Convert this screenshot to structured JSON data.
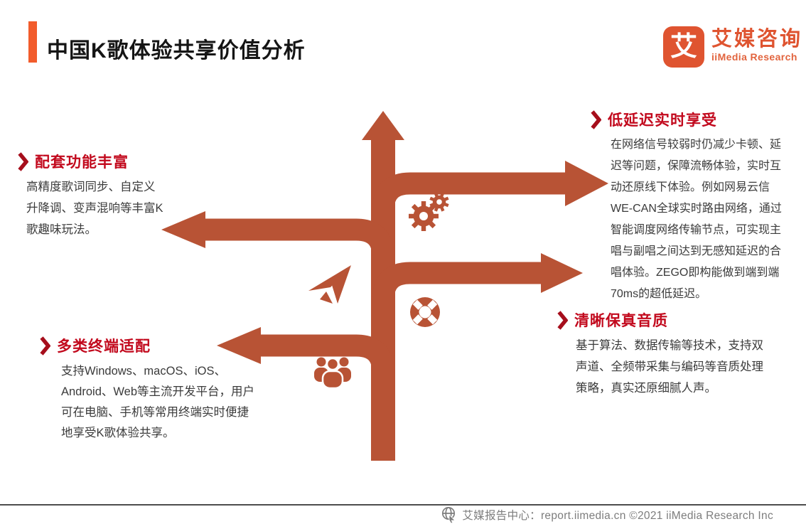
{
  "page_title": "中国K歌体验共享价值分析",
  "logo": {
    "glyph": "艾",
    "name_cn": "艾媒咨询",
    "name_en": "iiMedia Research"
  },
  "blocks": [
    {
      "id": "low-latency",
      "title": "低延迟实时享受",
      "lines": [
        "在网络信号较弱时仍减少卡顿、延",
        "迟等问题，保障流畅体验，实时互",
        "动还原线下体验。例如网易云信",
        "WE-CAN全球实时路由网络，通过",
        "智能调度网络传输节点，可实现主",
        "唱与副唱之间达到无感知延迟的合",
        "唱体验。ZEGO即构能做到端到端",
        "70ms的超低延迟。"
      ]
    },
    {
      "id": "rich-features",
      "title": "配套功能丰富",
      "lines": [
        "高精度歌词同步、自定义",
        "升降调、变声混响等丰富K",
        "歌趣味玩法。"
      ]
    },
    {
      "id": "multi-terminal",
      "title": "多类终端适配",
      "lines": [
        "支持Windows、macOS、iOS、",
        "Android、Web等主流开发平台，用户",
        "可在电脑、手机等常用终端实时便捷",
        "地享受K歌体验共享。"
      ]
    },
    {
      "id": "clear-audio",
      "title": "清晰保真音质",
      "lines": [
        "基于算法、数据传输等技术，支持双",
        "声道、全频带采集与编码等音质处理",
        "策略，真实还原细腻人声。"
      ]
    }
  ],
  "footer": {
    "text": "艾媒报告中心：report.iimedia.cn ©2021  iiMedia Research Inc"
  },
  "icons": {
    "chevron": "chevron-right",
    "gears": "gears",
    "paper_plane": "paper-plane",
    "lifebuoy": "lifebuoy",
    "people": "people-group",
    "globe": "globe-with-cursor"
  },
  "colors": {
    "arrow_terracotta": "#B85335",
    "heading_red": "#C2091D",
    "chevron_red": "#A60E1C",
    "accent_orange": "#F25C2C",
    "logo_orange": "#DF5430",
    "body_text": "#3B3B3B",
    "footer_gray": "#7D7D7D",
    "footer_line": "#4D4D4D",
    "title_black": "#151515"
  }
}
